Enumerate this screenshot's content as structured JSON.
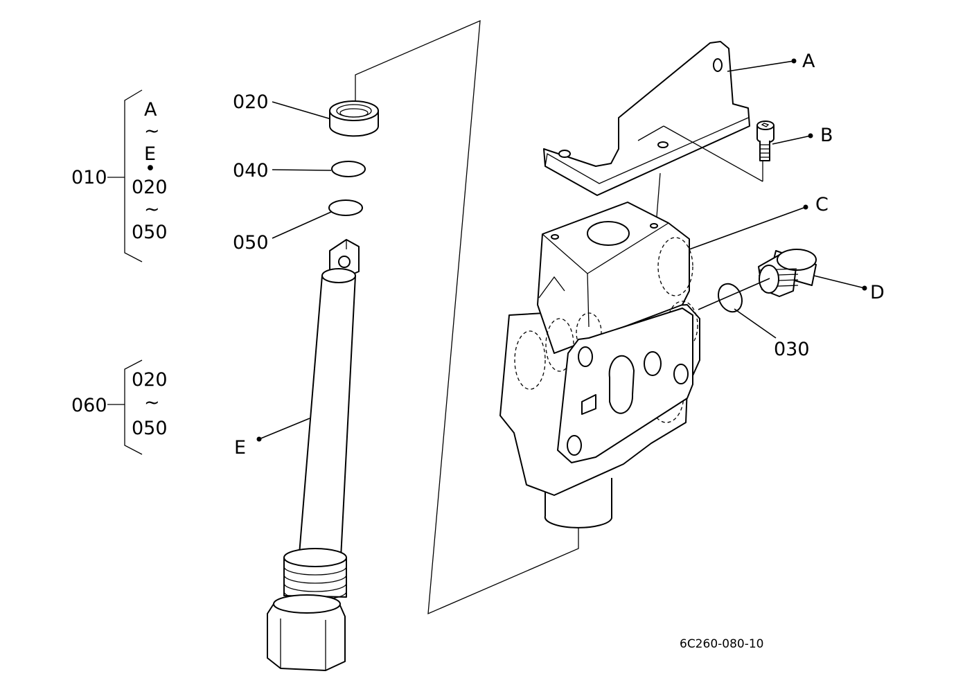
{
  "group_010": {
    "code": "010",
    "lines": [
      "A",
      "~",
      "E",
      "•",
      "020",
      "~",
      "050"
    ]
  },
  "group_060": {
    "code": "060",
    "lines": [
      "020",
      "~",
      "050"
    ]
  },
  "callouts": {
    "p020": "020",
    "p040": "040",
    "p050": "050",
    "p030": "030",
    "A": "A",
    "B": "B",
    "C": "C",
    "D": "D",
    "E": "E"
  },
  "drawing_code": "6C260-080-10"
}
